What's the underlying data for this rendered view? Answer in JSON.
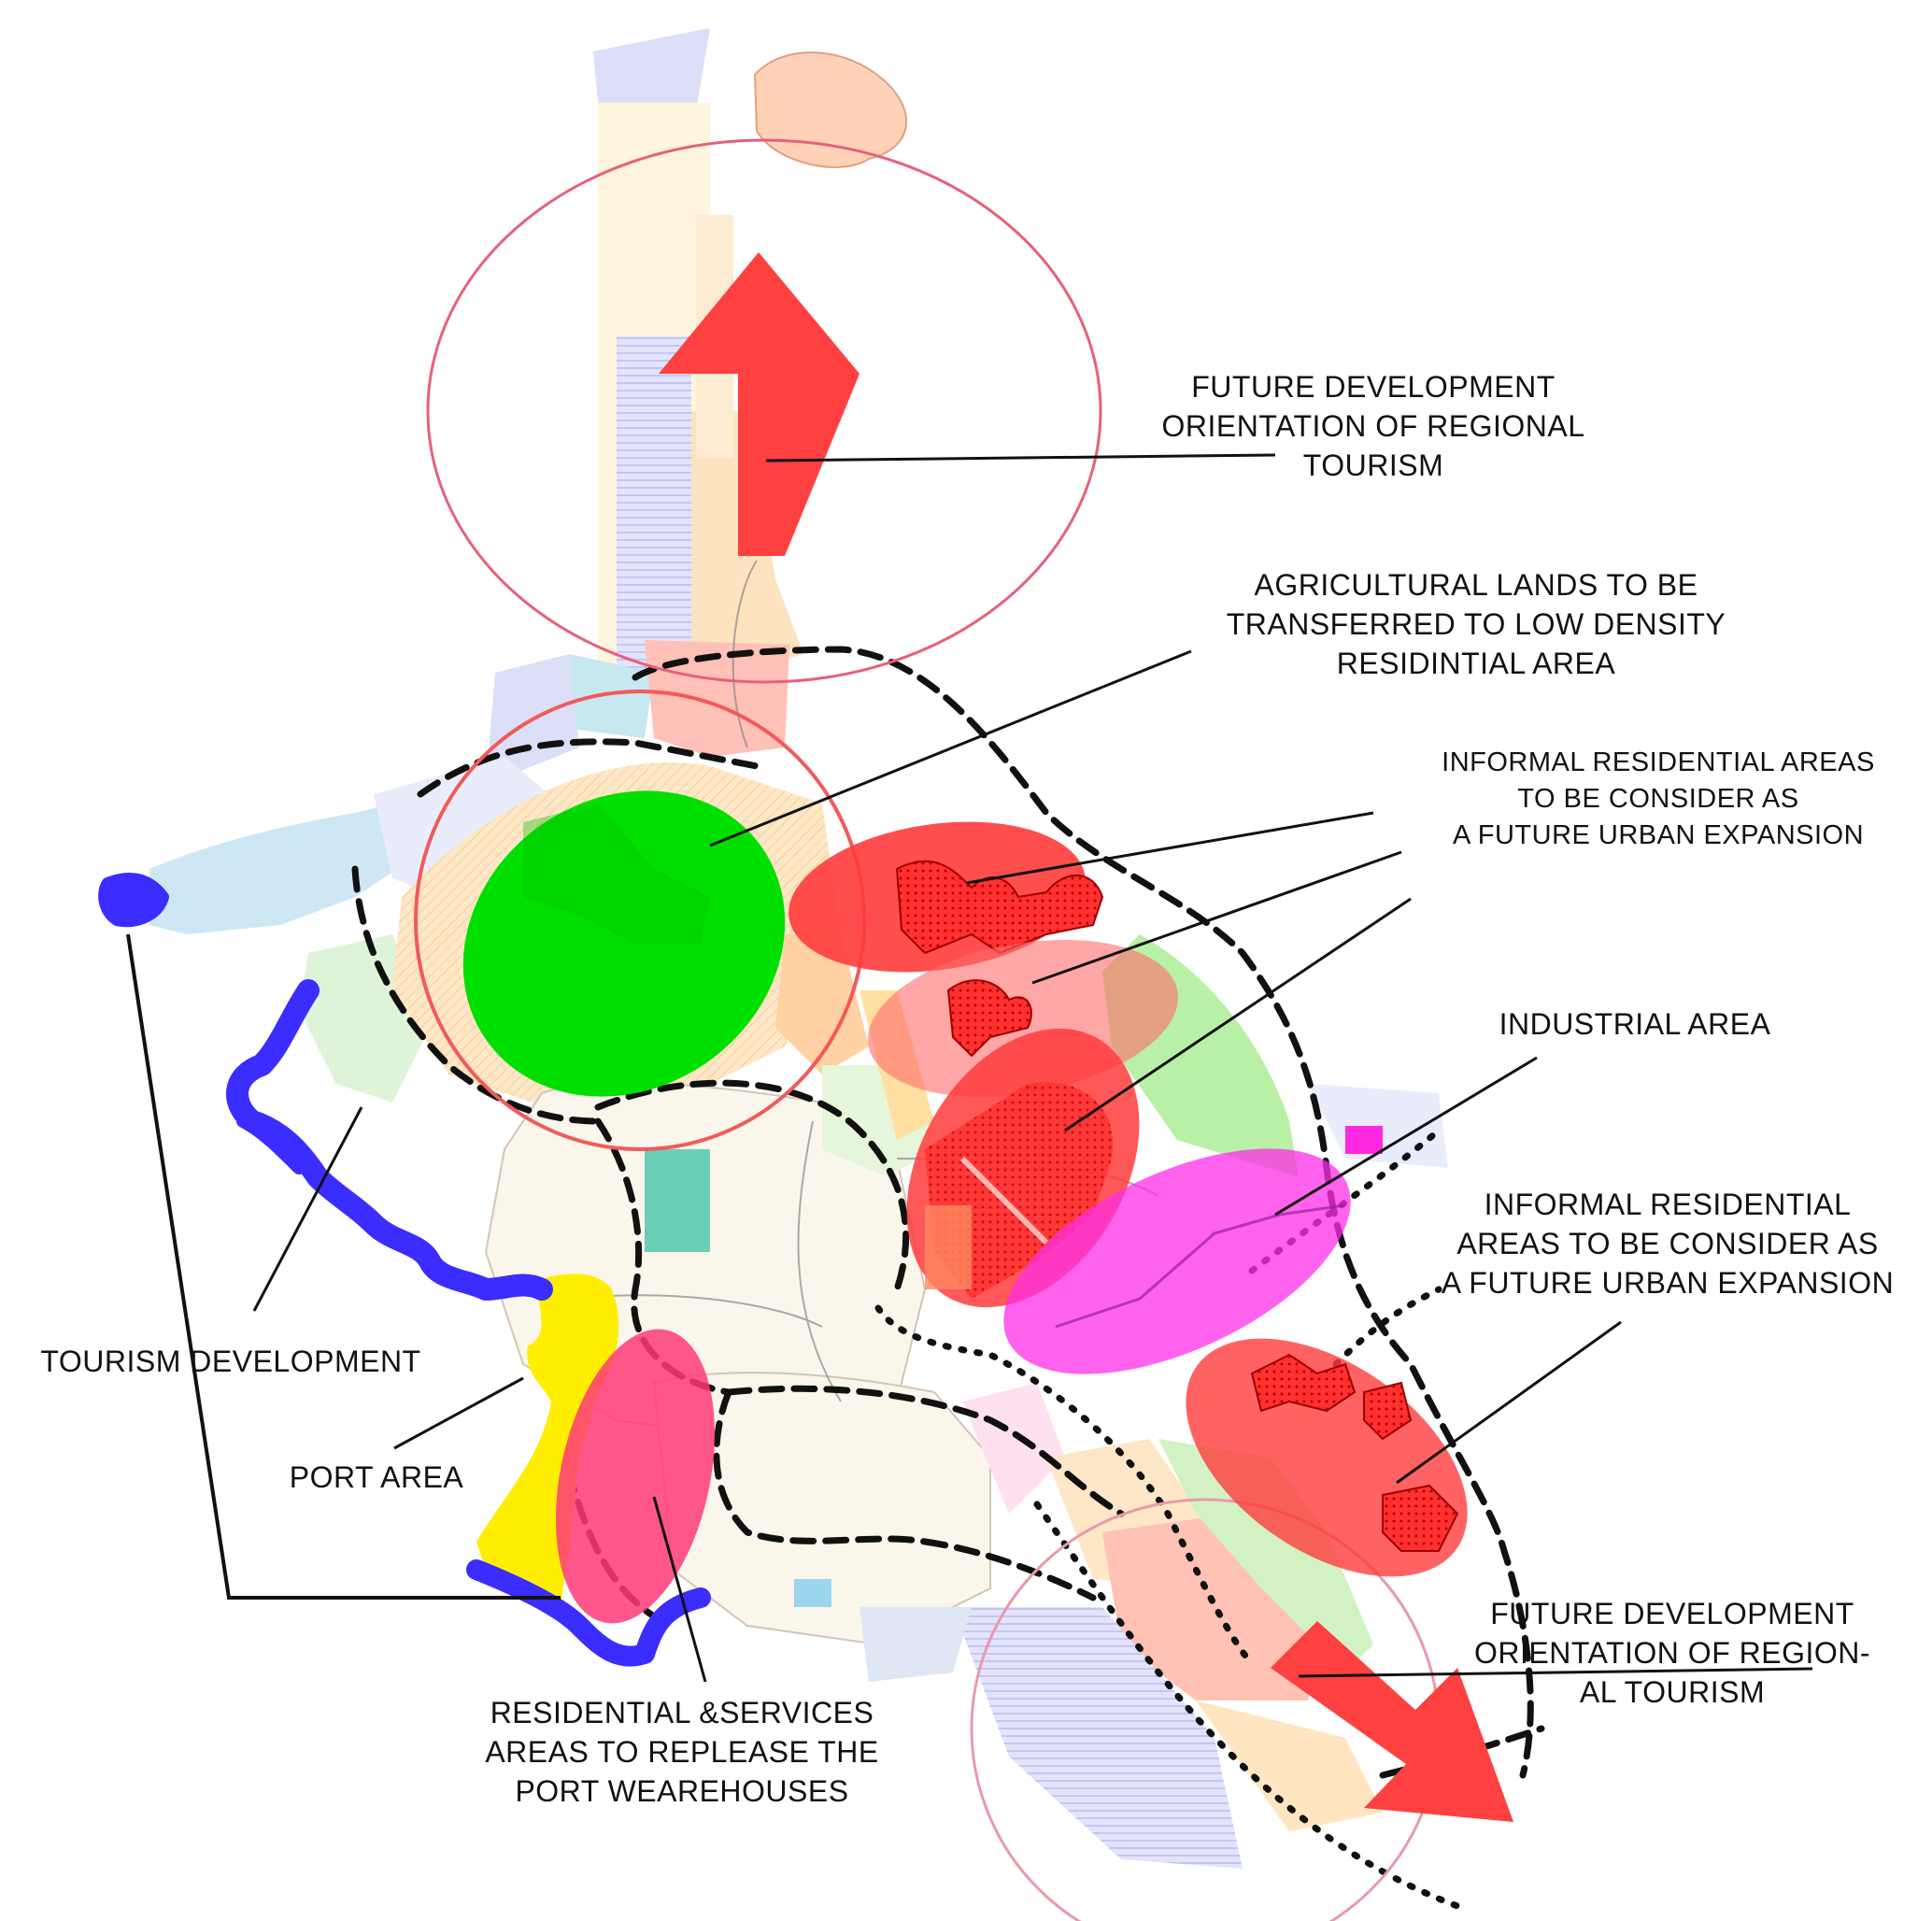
{
  "labels": {
    "north_tourism": [
      "FUTURE DEVELOPMENT",
      "ORIENTATION OF REGIONAL",
      "TOURISM"
    ],
    "agricultural": [
      "AGRICULTURAL LANDS TO BE",
      "TRANSFERRED TO LOW DENSITY",
      "RESIDINTIAL AREA"
    ],
    "informal_1": [
      "INFORMAL RESIDENTIAL AREAS",
      "TO BE CONSIDER AS",
      "A FUTURE URBAN EXPANSION"
    ],
    "industrial": [
      "INDUSTRIAL AREA"
    ],
    "informal_2": [
      "INFORMAL RESIDENTIAL",
      "AREAS TO BE CONSIDER AS",
      "A FUTURE URBAN EXPANSION"
    ],
    "tourism_dev": [
      "TOURISM DEVELOPMENT"
    ],
    "port": [
      "PORT AREA"
    ],
    "residential_services": [
      "RESIDENTIAL &SERVICES",
      "AREAS TO  REPLEASE THE",
      "PORT WEAREHOUSES"
    ],
    "south_tourism": [
      "FUTURE DEVELOPMENT",
      "ORIENTATION OF REGION-",
      "AL TOURISM"
    ]
  },
  "colors": {
    "green_zone": "#00e000",
    "red_zone": "#ff3b3b",
    "magenta_zone": "#ff2ee6",
    "pink_zone": "#ff3a78",
    "port_yellow": "#ffee00",
    "coast_blue": "#3b2cff",
    "arrow_red": "#ff4040",
    "circle_stroke": "#e8607a"
  }
}
